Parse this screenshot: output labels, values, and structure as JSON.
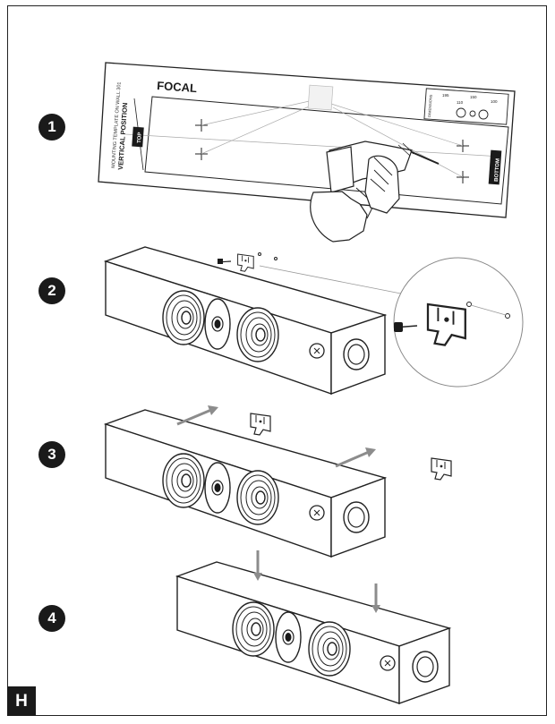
{
  "steps": [
    "1",
    "2",
    "3",
    "4"
  ],
  "section_letter": "H",
  "template": {
    "brand": "FOCAL",
    "title_small": "MOUNTING TEMPLATE ON WALL 301",
    "title_large": "VERTICAL POSITION",
    "top_label": "TOP",
    "bottom_label": "BOTTOM",
    "dimensions_label": "DIMENSIONS",
    "dims": [
      "195",
      "150",
      "110",
      "100"
    ]
  },
  "colors": {
    "ink": "#1a1a1a",
    "arrow": "#8c8c8c",
    "line": "#9a9a9a"
  }
}
